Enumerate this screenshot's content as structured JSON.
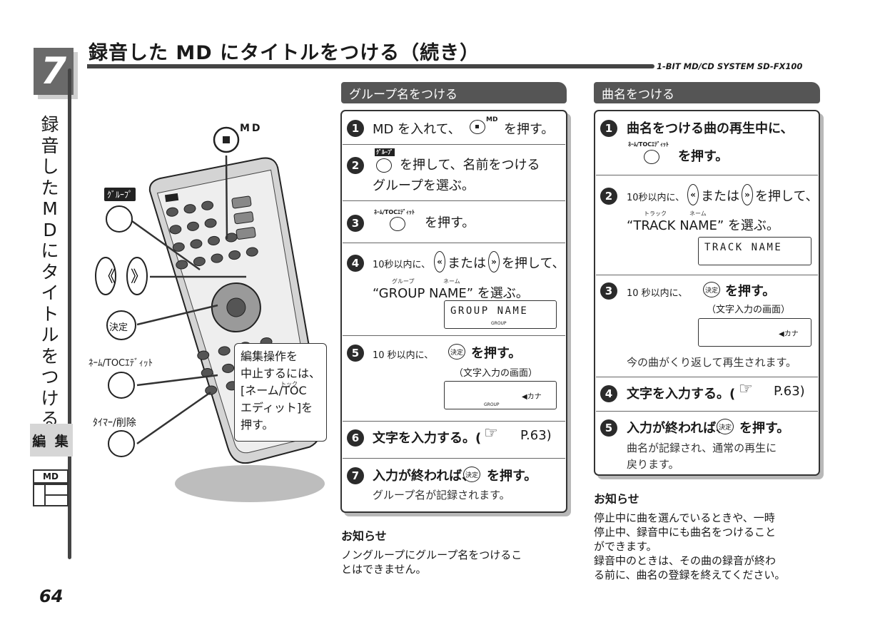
{
  "page": {
    "chapter_number": "7",
    "side_title": "録音したMDにタイトルをつける",
    "edit_tab": "編 集",
    "md_icon_label": "MD",
    "page_number": "64",
    "title": "録音した MD にタイトルをつける（続き）",
    "model": "1-BIT MD/CD SYSTEM  SD-FX100"
  },
  "figure": {
    "md_label": "MD",
    "group_label": "ｸﾞﾙｰﾌﾟ",
    "kettei_label": "決定",
    "name_label": "ﾈｰﾑ/TOCｴﾃﾞｨｯﾄ",
    "timer_label": "ﾀｲﾏｰ/削除",
    "callout_lines": [
      "編集操作を",
      "中止するには、",
      "[ネーム/TOC",
      "エディット]を",
      "押す。"
    ],
    "callout_ruby": "トック"
  },
  "left": {
    "header": "グループ名をつける",
    "steps": [
      {
        "n": "1",
        "a": "MD を入れて、",
        "b": "を押す。",
        "key": "MD"
      },
      {
        "n": "2",
        "a": "を押して、名前をつける",
        "b": "グループを選ぶ。",
        "key": "ｸﾞﾙｰﾌﾟ"
      },
      {
        "n": "3",
        "a": "を押す。",
        "key": "ﾈｰﾑ/TOCｴﾃﾞｨｯﾄ"
      },
      {
        "n": "4",
        "a": "10秒以内に、",
        "b": "または",
        "c": "を押して、",
        "d": "“GROUP NAME” を選ぶ。",
        "ruby1": "グループ",
        "ruby2": "ネーム",
        "lcd": "GROUP  NAME",
        "lcd_small": "GROUP"
      },
      {
        "n": "5",
        "a": "10 秒以内に、",
        "b": "を押す。",
        "caption": "（文字入力の画面）",
        "lcd_kana": "◀カナ",
        "lcd_small": "GROUP"
      },
      {
        "n": "6",
        "a": "文字を入力する。(",
        "ref": "P.63)"
      },
      {
        "n": "7",
        "a": "入力が終われば、",
        "b": "を押す。",
        "sub": "グループ名が記録されます。"
      }
    ],
    "notice_title": "お知らせ",
    "notice_lines": [
      "ノングループにグループ名をつけるこ",
      "とはできません。"
    ]
  },
  "right": {
    "header": "曲名をつける",
    "steps": [
      {
        "n": "1",
        "a": "曲名をつける曲の再生中に、",
        "b": "を押す。",
        "key": "ﾈｰﾑ/TOCｴﾃﾞｨｯﾄ"
      },
      {
        "n": "2",
        "a": "10秒以内に、",
        "b": "または",
        "c": "を押して、",
        "d": "“TRACK NAME” を選ぶ。",
        "ruby1": "トラック",
        "ruby2": "ネーム",
        "lcd": "TRACK  NAME"
      },
      {
        "n": "3",
        "a": "10 秒以内に、",
        "b": "を押す。",
        "caption": "（文字入力の画面）",
        "lcd_kana": "◀カナ",
        "sub": "今の曲がくり返して再生されます。"
      },
      {
        "n": "4",
        "a": "文字を入力する。(",
        "ref": "P.63)"
      },
      {
        "n": "5",
        "a": "入力が終われば、",
        "b": "を押す。",
        "sub1": "曲名が記録され、通常の再生に",
        "sub2": "戻ります。"
      }
    ],
    "notice_title": "お知らせ",
    "notice_lines": [
      "停止中に曲を選んでいるときや、一時",
      "停止中、録音中にも曲名をつけること",
      "ができます。",
      "録音中のときは、その曲の録音が終わ",
      "る前に、曲名の登録を終えてください。"
    ]
  },
  "colors": {
    "tab": "#6a6a6a",
    "section_header": "#555555",
    "text": "#1a1a1a",
    "edit_tab": "#d6d6d6"
  }
}
